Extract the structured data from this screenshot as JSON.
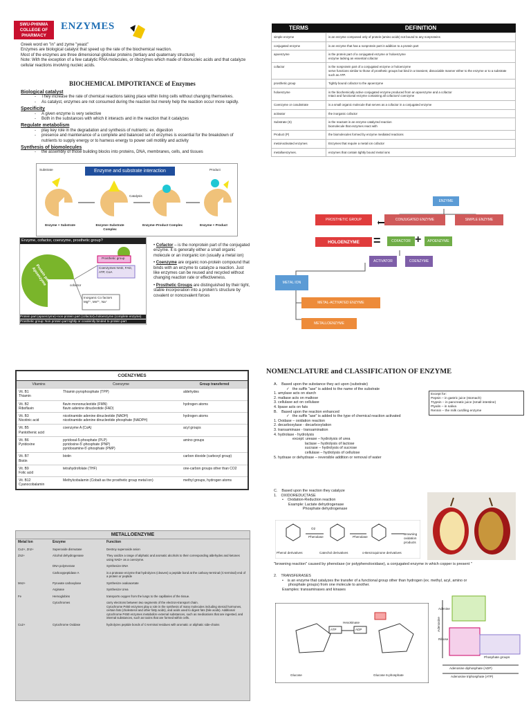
{
  "header": {
    "logo_lines": [
      "SWU-PHINMA",
      "COLLEGE OF",
      "PHARMACY"
    ],
    "title": "ENZYMES"
  },
  "intro": {
    "line1": "Greek word en \"in\" and zyme \"yeast\"",
    "line2": "Enzymes are biological catalyst that speed up the rate of the biochemical reaction.",
    "line3": "Most of the enzymes are three dimensional globular proteins (tertiary and quaternary structure)",
    "line4": "Note: With the exception of a few catalytic RNA molecules, or ribozymes which made of ribonucleic acids and that catalyze",
    "line5": "cellular reactions involving nucleic acids."
  },
  "importance": {
    "title": "BIOCHEMICAL IMPOTRTANCE of Enzymes",
    "sections": [
      {
        "heading": "Biological catalyst",
        "items": [
          "They increase the rate of chemical reactions taking place within living cells without changing themselves.",
          "As catalyst, enzymes are not consumed during the reaction but merely help the reaction occur more rapidly."
        ]
      },
      {
        "heading": "Specificity",
        "items": [
          "A given enzyme is very selective",
          "Both in the substances with which it interacts and in the reaction that it catalyzes"
        ]
      },
      {
        "heading": "Regulate metabolism",
        "items": [
          "play key role in the degradation and synthesis of nutrients: ex. digestion",
          "presence and maintenance of a complete and balanced set of enzymes is essential for the breakdown of",
          "nutrients to supply energy or to harness energy to power cell motility and activity"
        ]
      },
      {
        "heading": "Synthesis of biomolecules",
        "items": [
          "the assembly of those building blocks into proteins, DNA, membranes, cells, and tissues"
        ]
      }
    ]
  },
  "es_diagram": {
    "banner": "Enzyme and substrate interaction",
    "substrate_label": "Substrate",
    "product_label": "Product",
    "catalysis_label": "Catalysis",
    "captions": [
      "Enzyme + Substrate",
      "Enzyme–Substrate Complex",
      "Enzyme–Product Complex",
      "Enzyme + Product"
    ]
  },
  "cofactor_diagram": {
    "header": "Enzyme, cofactor, coenzyme, prosthetic group?",
    "apoenzyme": "Protein part Apoenzyme",
    "prosthetic": "Prosthetic group",
    "coenzymes": "Coenzymes NAD, FAD, ATP, CoA",
    "cofactor": "cofactor",
    "inorganic": "Inorganic Co factors Mg²⁺, Mn²⁺, Na⁺",
    "footer1": "Protein part (apoenzyme)+non-protein part (cofactor)=holoenzyme (complete enzyme)",
    "footer2": "Prosthetic group: Non protein part tightly or covalently binded to protein part"
  },
  "cofactor_notes": [
    {
      "term": "Cofactor",
      "text": " – is the nonprotein part of the conjugated enzyme. It is generally either a small organic molecule or an inorganic ion (usually a metal ion)"
    },
    {
      "term": "Coenzyme",
      "text": " are organic non-protein compound that binds with an enzyme to catalyze a reaction. Just like enzymes can be reused and recycled without changing reaction rate or effectiveness."
    },
    {
      "term": "Prosthetic Groups",
      "text": " are distinguished by their tight, stable incorporation into a protein's structure by covalent or noncovalent forces"
    }
  ],
  "terms_table": {
    "headers": [
      "TERMS",
      "DEFINITION"
    ],
    "rows": [
      [
        "simple enzyme",
        "is an enzyme composed only of protein (amino acids) not bound to any nonproteins"
      ],
      [
        "conjugated enzyme",
        "is an enzyme that has a nonprotein part in addition to a protein part"
      ],
      [
        "apoenzyme",
        "is the protein part of a conjugated enzyme or holoenzyme\nenzyme lacking an essential cofactor"
      ],
      [
        "cofactor",
        "is the nonprotein part of a conjugated enzyme or holoenzyme\nserve functions similar to those of prosthetic groups but bind in a transient, dissociable manner either to the enzyme or to a substrate such as ATP."
      ],
      [
        "prosthetic group",
        "Tightly bound cofactor to the apoenzyme"
      ],
      [
        "holoenzyme",
        "is the biochemically active conjugated enzyme produced from an apoenzyme and a cofactor\nIntact and functional enzyme containing all cofactors/ coenzyme"
      ],
      [
        "Coenzyme or cosubstrate",
        "is a small organic molecule that serves as a cofactor in a conjugated enzyme"
      ],
      [
        "activator",
        "the inorganic cofactor"
      ],
      [
        "Substrate (S)",
        "is the reactant in an enzyme catalyzed reaction\nbiomolecule that enzymes react with"
      ],
      [
        "Product (P)",
        "the biomolecules formed by enzyme mediated reactions"
      ],
      [
        "metal-activated enzymes",
        "Enzymes that require a metal ion cofactor"
      ],
      [
        "metalloenzymes.",
        "enzymes that contain tightly bound metal ions"
      ]
    ]
  },
  "enzyme_map": {
    "enzyme": "ENZYME",
    "prosthetic": "PROSTHETIC GROUP",
    "conjugated": "CONJUGATED ENZYME",
    "simple": "SIMPLE ENZYME",
    "holoenzyme": "HOLOENZYME",
    "cofactor": "COFACTOR",
    "apoenzyme": "APOENZYME",
    "activator": "ACTIVATOR",
    "coenzyme": "COENZYME",
    "metal_ion": "METAL ION",
    "metal_activated": "METAL-ACTIVATED ENZYME",
    "metalloenzyme": "METALLOENZYME",
    "colors": {
      "blue": "#5b9bd5",
      "red": "#e03c3c",
      "green": "#70ad47",
      "purple": "#7e5ea8",
      "orange": "#ed8b3a"
    }
  },
  "coenzymes_table": {
    "title": "COENZYMES",
    "headers": [
      "Vitamins",
      "Coenzyme",
      "Group transferred"
    ],
    "rows": [
      [
        "Vit. B1\nThiamin",
        "Thiamin pyrophosphate (TPP)",
        "aldehydes"
      ],
      [
        "Vit. B2\nRiboflavin",
        "flavin mononucleotide (FMN)\nflavin adenine dinucleotide (FAD)",
        "hydrogen atoms"
      ],
      [
        "Vit. B3\nNicotinic acid",
        "nicotinamide adenine dinucleotide (NADH)\nnicotinamide adenine dinucleotide phosphate (NADPH)",
        "hydrogen atoms"
      ],
      [
        "Vit. B5\nPantothenic acid",
        "coenzyme A (CoA)",
        "acyl groups"
      ],
      [
        "Vit. B6\nPyridoxine",
        "pyridoxal-5-phosphate (PLP)\npyridoxine-5'-phosphate (PNP)\npyridoxamine-5'-phosphate (PMP)",
        "amino groups"
      ],
      [
        "Vit. B7\nBiotin",
        "biotin",
        "carbon dioxide (carboxyl group)"
      ],
      [
        "Vit. B9\nFolic acid",
        "tetrahydrofolate (THF)",
        "one-carbon groups other than CO2"
      ],
      [
        "Vit. B12\nCyanocobalamin",
        "Methylcobalamin (Cobalt as the prosthetic group metal ion)",
        "methyl groups, hydrogen atoms"
      ]
    ]
  },
  "metallo_table": {
    "title": "METALLOENZYME",
    "headers": [
      "Metal Ion",
      "Enzyme",
      "Function"
    ],
    "rows": [
      [
        "Cu2+, Zn2+",
        "Superoxide dismutase",
        "Destroy superoxide anion"
      ],
      [
        "Zn2+",
        "Alcohol dehydrogenase",
        "They oxidize a range of aliphatic and aromatic alcohols to their corresponding aldehydes and ketones using NAD+ as a coenzyme."
      ],
      [
        "",
        "DNA polymerase",
        "Synthesize DNA"
      ],
      [
        "",
        "Carboxypeptidase A",
        "is a protease enzyme that hydrolyzes (cleaves) a peptide bond at the carboxy-terminal (C-terminal) end of a protein or peptide"
      ],
      [
        "Mn2+",
        "Pyruvate carboxylase",
        "Synthesize oxaloacetate"
      ],
      [
        "",
        "Arginase",
        "Synthesize Urea"
      ],
      [
        "Fe",
        "Hemoglobins",
        "transports oxygen from the lungs to the capillaries of the tissue."
      ],
      [
        "",
        "Cytochromes",
        "carry electrons between two segments of the electron-transport chain.\nCytochrome P450 enzymes play a role in the synthesis of many molecules including steroid hormones, certain fats (cholesterol and other fatty acids), and acids used to digest fats (bile acids). Additional cytochrome P450 enzymes metabolize external substances, such as medications that are ingested, and internal substances, such as toxins that are formed within cells."
      ],
      [
        "Cu2+",
        "Cytochrome Oxidase",
        "hydrolyzes peptide bonds of C-terminal residues with aromatic or aliphatic side-chains"
      ]
    ]
  },
  "nomenclature": {
    "title": "NOMENCLATURE and CLASSIFICATION OF ENZYME",
    "lines": [
      "A.    Based upon the substance they act upon (substrate)",
      "            ✓   the suffix \"ase\" is added to the name of the substrate",
      "1. amylase acts on starch",
      "2. maltase acts on maltose",
      "3. cellulase act on cellulase",
      "4. lipase acts on fats",
      "",
      "B.    Based upon the reaction enhanced",
      "            ✓   the suffix \"ase\" is added to the type of chemical reaction activated",
      "1. Oxidase – oxidation reaction",
      "2. decarboxylase - decarboxylation",
      "3. transaminase - transamination",
      "4. hydrolase - hydrolysis",
      "                  except: urease – hydrolysis of urea",
      "                              lactase – hydrolysis of lactose",
      "                              sucrase – hydrolysis of sucrose",
      "                              cellulase – hydrolysis of cellulose",
      "5. hydrase or dehydrase – reversible addition or removal of water"
    ],
    "except_box": [
      "Except for:",
      "Pepsin – in gastric juice (stomach)",
      "Trypsin – in pancreatic juice (small intestine)",
      "Ptyalin – in saliva",
      "Rennin – the milk curdling enzyme"
    ],
    "c_lines": [
      "C.    Based upon the reaction they catalyze",
      "1.    OXIDOREDUCTASE",
      "        •    Oxidation-Reduction reaction",
      "              Example: Lactate dehydrogenase",
      "                            Phosphate dehydrogenase"
    ],
    "reaction_labels": [
      "Phenol derivatives",
      "Catechol derivatives",
      "o-Benzoquinone derivatives",
      "Browning oxidation products",
      "Phenolase",
      "Phenolase",
      "O2"
    ],
    "browning": "\"browning reaction\" caused by phenolase (or polyphenoloxidase), a conjugated enzyme in which copper is present \"",
    "transferases": [
      "2.    TRANSFERASES",
      "        •    is an enzyme that catalyzes the transfer of a functional group other than hydrogen (ex. methyl, acyl, amino or",
      "              phosphate groups) from one molecule to another.",
      "",
      "        Examples: transaminases and kinases"
    ],
    "atp_labels": [
      "ATP",
      "ADP",
      "Hexokinase",
      "Glucose",
      "Glucose 6-phosphate",
      "Adenine",
      "Ribose",
      "Phosphate groups",
      "Adenosine",
      "Adenosine diphosphate (ADP)",
      "Adenosine triphosphate (ATP)"
    ]
  }
}
